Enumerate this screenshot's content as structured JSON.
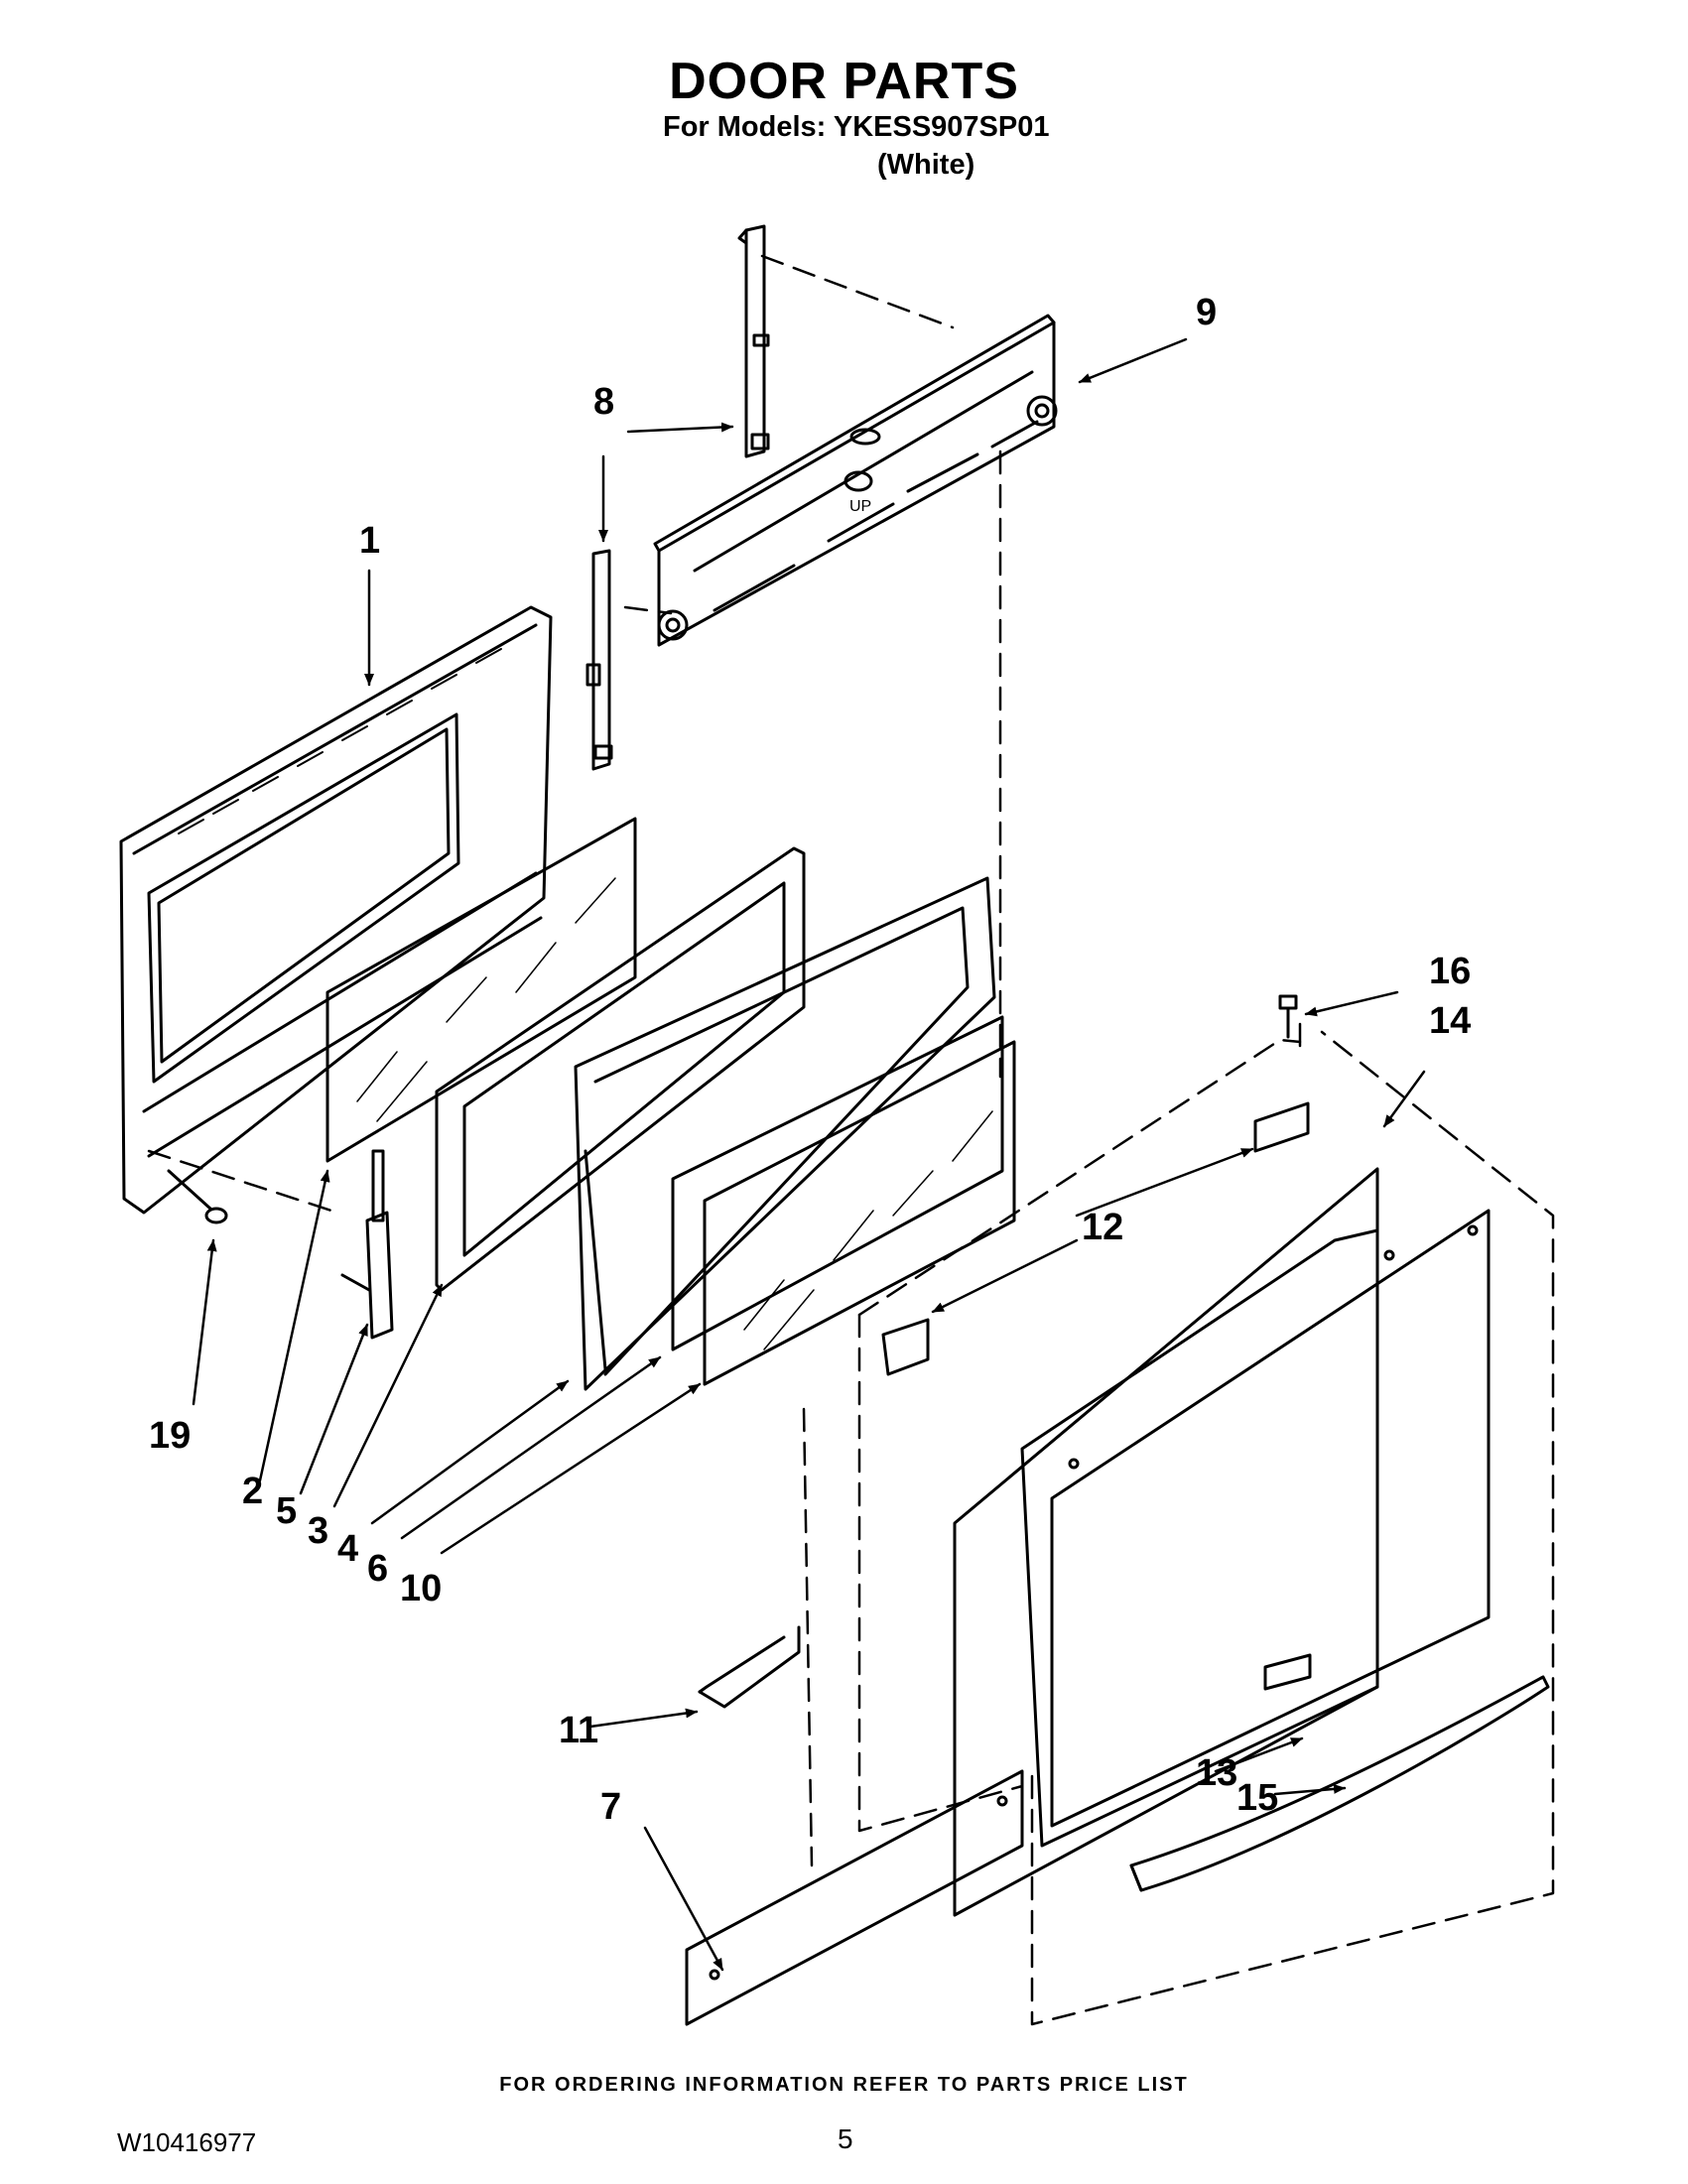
{
  "header": {
    "title": "DOOR PARTS",
    "models_line": "For Models: YKESS907SP01",
    "color_line": "(White)"
  },
  "callouts": {
    "c1": "1",
    "c2": "2",
    "c3": "3",
    "c4": "4",
    "c5": "5",
    "c6": "6",
    "c7": "7",
    "c8": "8",
    "c9": "9",
    "c10": "10",
    "c11": "11",
    "c12": "12",
    "c13": "13",
    "c14": "14",
    "c15": "15",
    "c16": "16",
    "c19": "19"
  },
  "part_markings": {
    "up": "UP"
  },
  "footer": {
    "note": "FOR ORDERING INFORMATION REFER TO PARTS PRICE LIST",
    "doc_number": "W10416977",
    "page": "5"
  }
}
